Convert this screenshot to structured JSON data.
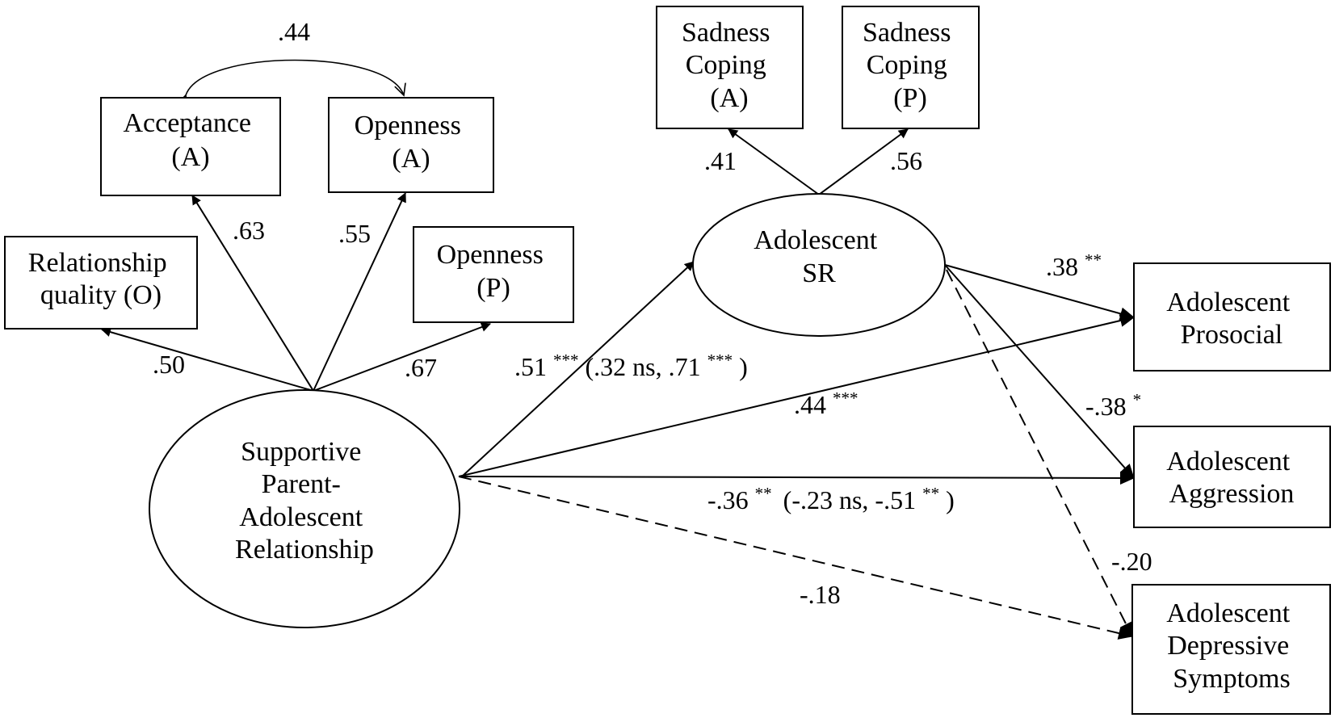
{
  "nodes": {
    "relationship_quality": [
      "Relationship",
      "quality (O)"
    ],
    "acceptance_a": [
      "Acceptance",
      "(A)"
    ],
    "openness_a": [
      "Openness",
      "(A)"
    ],
    "openness_p": [
      "Openness",
      "(P)"
    ],
    "sadness_coping_a": [
      "Sadness",
      "Coping",
      "(A)"
    ],
    "sadness_coping_p": [
      "Sadness",
      "Coping",
      "(P)"
    ],
    "adolescent_sr": [
      "Adolescent",
      "SR"
    ],
    "supportive_relationship": [
      "Supportive",
      "Parent-",
      "Adolescent",
      "Relationship"
    ],
    "prosocial": [
      "Adolescent",
      "Prosocial"
    ],
    "aggression": [
      "Adolescent",
      "Aggression"
    ],
    "depressive": [
      "Adolescent",
      "Depressive",
      "Symptoms"
    ]
  },
  "edges": {
    "acceptance_openness_corr": ".44",
    "support_relationship_quality": ".50",
    "support_acceptance": ".63",
    "support_openness_a": ".55",
    "support_openness_p": ".67",
    "sr_sadness_a": ".41",
    "sr_sadness_p": ".56",
    "support_sr": {
      "value": ".51",
      "sig": "***",
      "group_open": "(.32 ns, .71",
      "group_sig": "***",
      "group_close": ")"
    },
    "sr_prosocial": {
      "value": ".38",
      "sig": "**"
    },
    "support_prosocial": {
      "value": ".44",
      "sig": "***"
    },
    "sr_aggression": {
      "value": "-.38",
      "sig": "*"
    },
    "support_aggression": {
      "value": "-.36",
      "sig": "**",
      "group_open": "(-.23 ns, -.51",
      "group_sig": "**",
      "group_close": ")"
    },
    "sr_depressive": "-.20",
    "support_depressive": "-.18"
  }
}
